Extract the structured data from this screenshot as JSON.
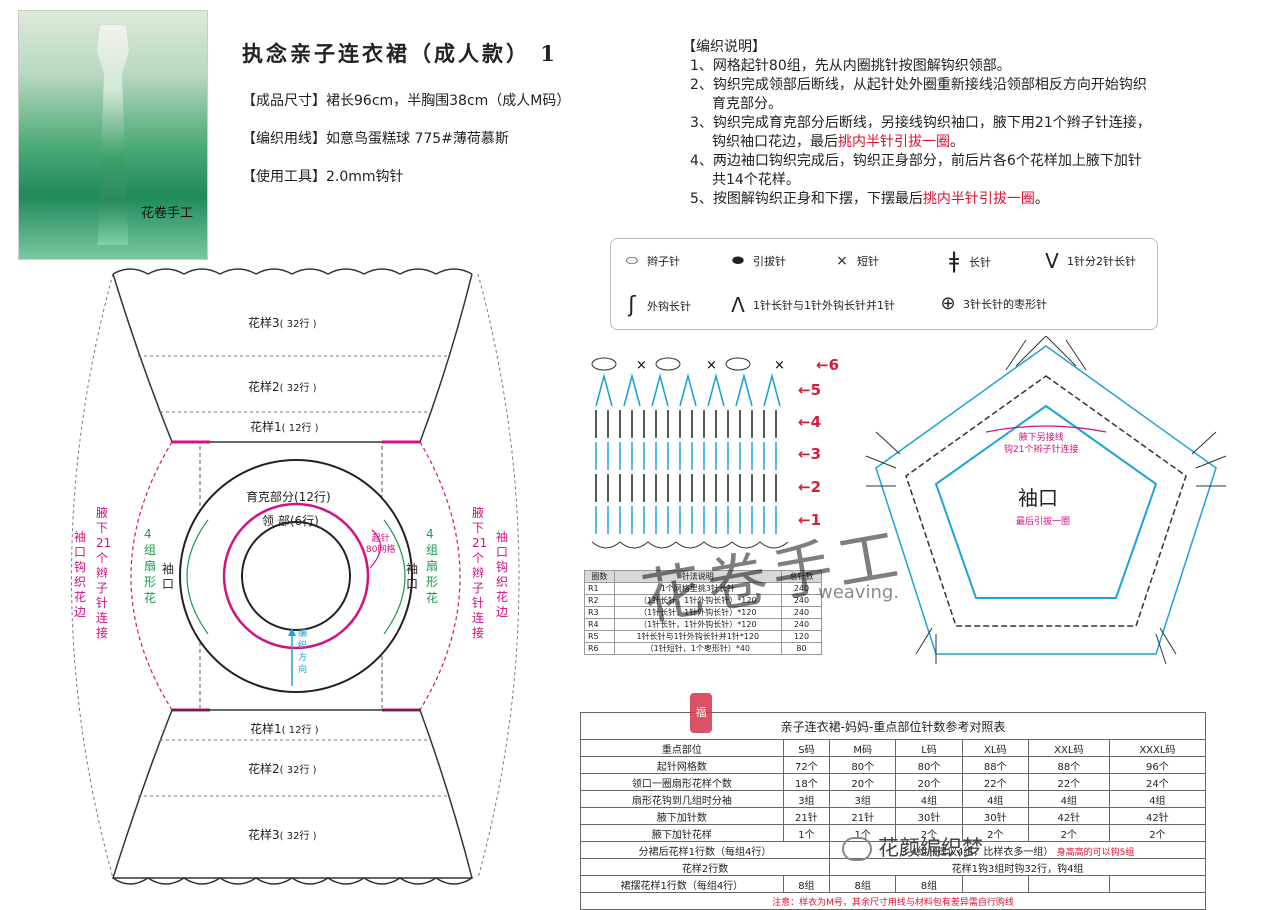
{
  "photo": {
    "brand_text": "花卷手工"
  },
  "header": {
    "title": "执念亲子连衣裙（成人款） 1",
    "size_line": "【成品尺寸】裙长96cm，半胸围38cm（成人M码）",
    "yarn_line": "【编织用线】如意鸟蛋糕球  775#薄荷慕斯",
    "tool_line": "【使用工具】2.0mm钩针"
  },
  "notes": {
    "heading": "【编织说明】",
    "l1": "1、网格起针80组，先从内圈挑针按图解钩织领部。",
    "l2a": "2、钩织完成领部后断线，从起针处外圈重新接线沿领部相反方向开始钩织",
    "l2b": "育克部分。",
    "l3a": "3、钩织完成育克部分后断线，另接线钩织袖口，腋下用21个辫子针连接，",
    "l3b_pre": "钩织袖口花边，最后",
    "l3b_red": "挑内半针引拔一圈",
    "l3b_post": "。",
    "l4a": "4、两边袖口钩织完成后，钩织正身部分，前后片各6个花样加上腋下加针",
    "l4b": "共14个花样。",
    "l5_pre": "5、按图解钩织正身和下摆，下摆最后",
    "l5_red": "挑内半针引拔一圈",
    "l5_post": "。"
  },
  "legend": {
    "chain": "辫子针",
    "slip": "引拔针",
    "sc": "短针",
    "dc": "长针",
    "dc2": "1针分2针长针",
    "fpdc": "外钩长针",
    "dctog": "1针长针与1针外钩长针并1针",
    "puff": "3针长针的枣形针"
  },
  "schematic": {
    "p3_top": "花样3",
    "p3_top_rows": "( 32行 )",
    "p2_top": "花样2",
    "p2_top_rows": "( 32行 )",
    "p1_top": "花样1",
    "p1_top_rows": "( 12行 )",
    "p1_bot": "花样1",
    "p1_bot_rows": "( 12行 )",
    "p2_bot": "花样2",
    "p2_bot_rows": "( 32行 )",
    "p3_bot": "花样3",
    "p3_bot_rows": "( 32行 )",
    "yoke": "育克部分(12行)",
    "neck": "领  部(6行)",
    "start": "起针",
    "start2": "80网格",
    "dir": "编织方向",
    "sleeve_v": "袖口",
    "four_groups": "4组扇形花",
    "armpit": "腋下21个辫子针连接",
    "sleeve_edge": "袖口钩织花边"
  },
  "stitch_rows": [
    "1",
    "2",
    "3",
    "4",
    "5",
    "6"
  ],
  "sleeve_diagram": {
    "title": "袖口",
    "sub": "最后引拔一圈",
    "note1": "腋下另接线",
    "note2": "钩21个辫子针连接"
  },
  "count_table": {
    "headers": [
      "圈数",
      "针法说明",
      "总针数"
    ],
    "rows": [
      [
        "R1",
        "1个网格里挑3针长针",
        "240"
      ],
      [
        "R2",
        "（1针长针，1针外钩长针）*120",
        "240"
      ],
      [
        "R3",
        "（1针长针，1针外钩长针）*120",
        "240"
      ],
      [
        "R4",
        "（1针长针，1针外钩长针）*120",
        "240"
      ],
      [
        "R5",
        "1针长针与1针外钩长针并1针*120",
        "120"
      ],
      [
        "R6",
        "（1针短针，1个枣形针）*40",
        "80"
      ]
    ]
  },
  "size_table": {
    "caption": "亲子连衣裙-妈妈-重点部位针数参考对照表",
    "headers": [
      "重点部位",
      "S码",
      "M码",
      "L码",
      "XL码",
      "XXL码",
      "XXXL码"
    ],
    "rows": [
      [
        "起针网格数",
        "72个",
        "80个",
        "80个",
        "88个",
        "88个",
        "96个"
      ],
      [
        "领口一圈扇形花样个数",
        "18个",
        "20个",
        "20个",
        "22个",
        "22个",
        "24个"
      ],
      [
        "扇形花钩到几组时分袖",
        "3组",
        "3组",
        "4组",
        "4组",
        "4组",
        "4组"
      ],
      [
        "腋下加针数",
        "21针",
        "21针",
        "30针",
        "30针",
        "42针",
        "42针"
      ],
      [
        "腋下加针花样",
        "1个",
        "1个",
        "2个",
        "2个",
        "2个",
        "2个"
      ]
    ],
    "row_p1_label": "分裙后花样1行数（每组4行）",
    "row_p1_value": "3-4组（建议4组，比样衣多一组）",
    "row_p1_note": "身高高的可以钩5组",
    "row_p2_label": "花样2行数",
    "row_p2_value": "花样1钩3组时钩32行，钩4组",
    "row_p3_label": "裙摆花样1行数（每组4行）",
    "row_p3_values": [
      "8组",
      "8组",
      "8组"
    ],
    "footnote": "注意：样衣为M号，其余尺寸用线与材料包有差异需自行购线",
    "stamp": "福"
  },
  "watermark": {
    "name": "花颜编织梦",
    "brand": "花卷手工",
    "url": "weaving."
  },
  "colors": {
    "magenta": "#d4127f",
    "teal": "#1ea3d6",
    "green": "#1a9a4c",
    "red": "#e0102f"
  }
}
